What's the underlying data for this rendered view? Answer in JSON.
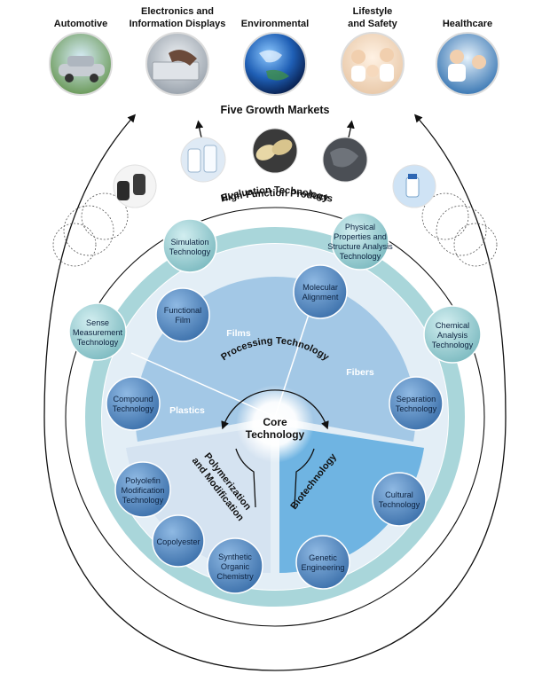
{
  "heading": "Five Growth Markets",
  "products_label": "High-Function Products",
  "evaluation_label": "Evaluation Technology",
  "processing_label": "Processing Technology",
  "polymerization_label": [
    "Polymerization",
    "and Modification"
  ],
  "biotech_label": "Biotechnology",
  "core_label": [
    "Core",
    "Technology"
  ],
  "markets": [
    {
      "lines": [
        "Automotive"
      ],
      "icon": "car-photo-icon"
    },
    {
      "lines": [
        "Electronics and",
        "Information Displays"
      ],
      "icon": "laptop-typing-photo-icon"
    },
    {
      "lines": [
        "Environmental"
      ],
      "icon": "earth-photo-icon"
    },
    {
      "lines": [
        "Lifestyle",
        "and Safety"
      ],
      "icon": "family-photo-icon"
    },
    {
      "lines": [
        "Healthcare"
      ],
      "icon": "doctor-patient-photo-icon"
    }
  ],
  "product_photos": [
    {
      "icon": "rubber-parts-photo-icon"
    },
    {
      "icon": "film-rolls-photo-icon"
    },
    {
      "icon": "fiber-rolls-photo-icon"
    },
    {
      "icon": "dark-fibers-photo-icon"
    },
    {
      "icon": "medical-vial-photo-icon"
    }
  ],
  "sectors": {
    "films": "Films",
    "fibers": "Fibers",
    "plastics": "Plastics"
  },
  "bubbles": {
    "simulation": [
      "Simulation",
      "Technology"
    ],
    "physical": [
      "Physical",
      "Properties and",
      "Structure Analysis",
      "Technology"
    ],
    "sense": [
      "Sense",
      "Measurement",
      "Technology"
    ],
    "chemical": [
      "Chemical",
      "Analysis",
      "Technology"
    ],
    "functional_film": [
      "Functional",
      "Film"
    ],
    "molecular": [
      "Molecular",
      "Alignment"
    ],
    "compound": [
      "Compound",
      "Technology"
    ],
    "separation": [
      "Separation",
      "Technology"
    ],
    "polyolefin": [
      "Polyolefin",
      "Modification",
      "Technology"
    ],
    "copolyester": [
      "Copolyester"
    ],
    "synthetic": [
      "Synthetic",
      "Organic",
      "Chemistry"
    ],
    "cultural": [
      "Cultural",
      "Technology"
    ],
    "genetic": [
      "Genetic",
      "Engineering"
    ]
  },
  "colors": {
    "ring": "#a9d6da",
    "ring_dark": "#7fbfc5",
    "disc": "#e3eef6",
    "upper_sector": "#a3c8e6",
    "biotech_sector": "#6fb4e2",
    "poly_sector": "#d5e3f1",
    "bubble": "#5a90c8",
    "bubble_teal": "#9fd1d5"
  }
}
